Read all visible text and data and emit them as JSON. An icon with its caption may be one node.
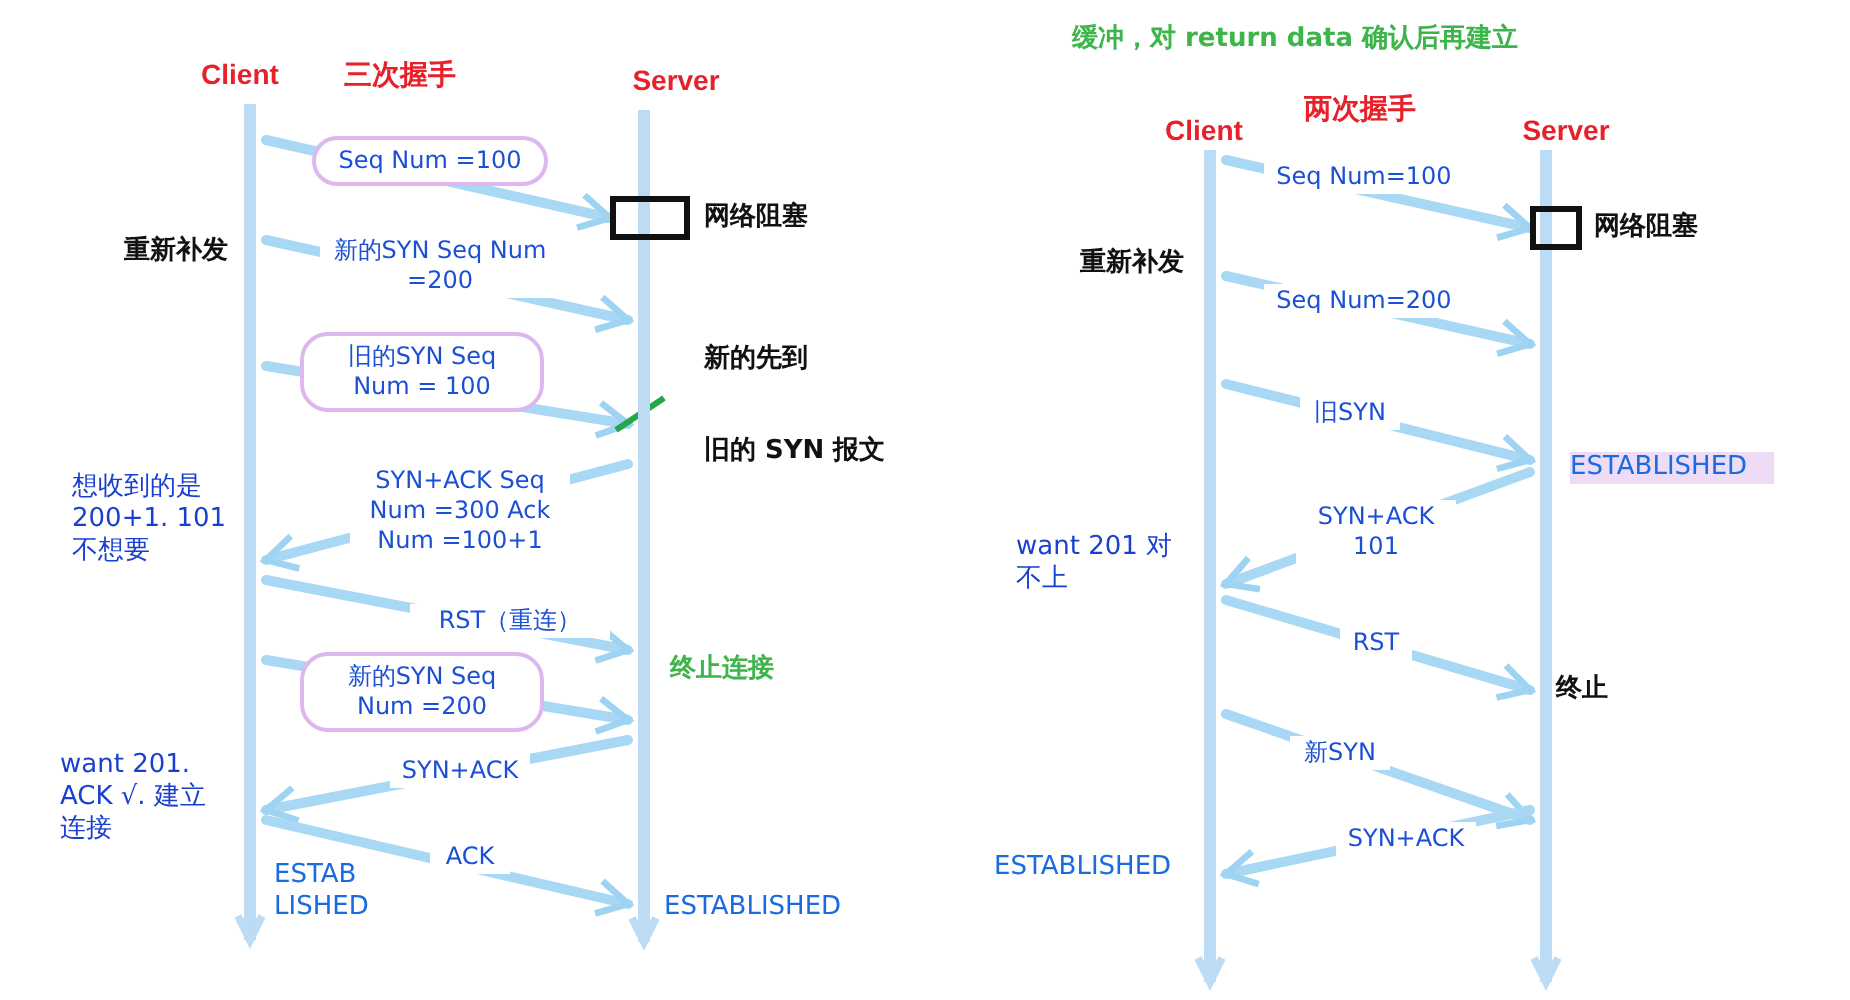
{
  "diagram": {
    "nodes": [
      {
        "text": [
          "Client"
        ]
      },
      {
        "text": [
          "Server"
        ]
      },
      {
        "text": [],
        "shape": "bar"
      },
      {
        "text": [],
        "shape": "bar"
      },
      {
        "text": [],
        "shape": "box",
        "beside": [
          "网络阻塞"
        ]
      },
      {
        "text": [
          "Client"
        ]
      },
      {
        "text": [
          "Server"
        ]
      },
      {
        "text": [],
        "shape": "bar"
      },
      {
        "text": [],
        "shape": "bar"
      },
      {
        "text": [],
        "shape": "box",
        "beside": [
          "网络阻塞"
        ]
      }
    ],
    "edges": [
      {
        "from": 2,
        "to": 4,
        "arrow": "to",
        "label": "Seq Num =100"
      },
      {
        "from": 2,
        "to": 3,
        "arrow": "to",
        "label": "新的SYN Seq Num =200"
      },
      {
        "from": 2,
        "to": 3,
        "arrow": "to",
        "label": "旧的SYN Seq Num = 100"
      },
      {
        "from": 3,
        "to": 2,
        "arrow": "to",
        "label": "SYN+ACK Seq Num =300 Ack Num =100+1"
      },
      {
        "from": 2,
        "to": 3,
        "arrow": "to",
        "label": "RST（重连）"
      },
      {
        "from": 2,
        "to": 3,
        "arrow": "to",
        "label": "新的SYN Seq Num =200"
      },
      {
        "from": 3,
        "to": 2,
        "arrow": "to",
        "label": "SYN+ACK"
      },
      {
        "from": 2,
        "to": 3,
        "arrow": "to",
        "label": "ACK"
      },
      {
        "from": 7,
        "to": 9,
        "arrow": "to",
        "label": "Seq Num=100"
      },
      {
        "from": 7,
        "to": 8,
        "arrow": "to",
        "label": "Seq Num=200"
      },
      {
        "from": 7,
        "to": 8,
        "arrow": "to",
        "label": "旧SYN"
      },
      {
        "from": 8,
        "to": 7,
        "arrow": "to",
        "label": "SYN+ACK 101"
      },
      {
        "from": 7,
        "to": 8,
        "arrow": "to",
        "label": "RST"
      },
      {
        "from": 7,
        "to": 8,
        "arrow": "to",
        "label": "新SYN"
      },
      {
        "from": 8,
        "to": 7,
        "arrow": "to",
        "label": "SYN+ACK"
      }
    ],
    "labels": [
      "三次握手",
      "重新补发",
      "新的先到",
      "旧的 SYN 报文",
      "想收到的是 200+1. 101不想要",
      "终止连接",
      "want 201. ACK √. 建立连接",
      "ESTAB LISHED",
      "ESTABLISHED",
      "缓冲，对 return data 确认后再建立",
      "两次握手",
      "重新补发",
      "ESTABLISHED",
      "want 201 对不上",
      "终止",
      "ESTABLISHED"
    ]
  }
}
